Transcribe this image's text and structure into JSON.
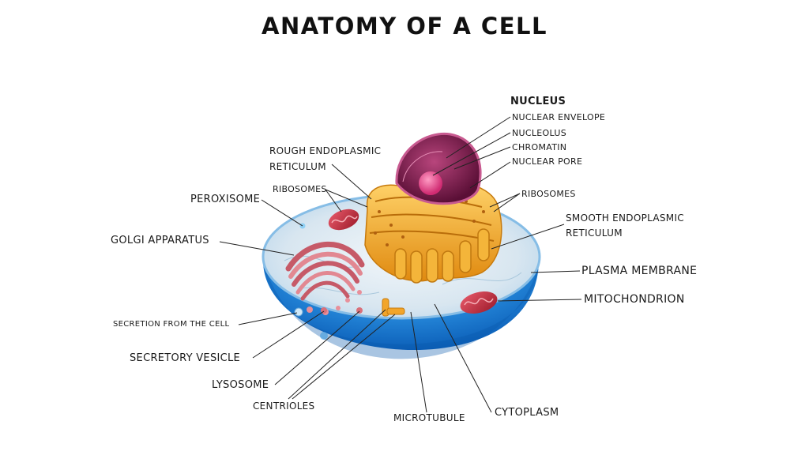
{
  "title": "ANATOMY OF A CELL",
  "labels": {
    "nucleus": "NUCLEUS",
    "nuclear_envelope": "NUCLEAR ENVELOPE",
    "nucleolus": "NUCLEOLUS",
    "chromatin": "CHROMATIN",
    "nuclear_pore": "NUCLEAR PORE",
    "ribosomes_right": "RIBOSOMES",
    "smooth_er_1": "SMOOTH ENDOPLASMIC",
    "smooth_er_2": "RETICULUM",
    "plasma_membrane": "PLASMA MEMBRANE",
    "mitochondrion": "MITOCHONDRION",
    "cytoplasm": "CYTOPLASM",
    "microtubule": "MICROTUBULE",
    "centrioles": "CENTRIOLES",
    "lysosome": "LYSOSOME",
    "secretory_vesicle": "SECRETORY VESICLE",
    "secretion": "SECRETION FROM THE CELL",
    "golgi": "GOLGI APPARATUS",
    "peroxisome": "PEROXISOME",
    "ribosomes_left": "RIBOSOMES",
    "rough_er_1": "ROUGH ENDOPLASMIC",
    "rough_er_2": "RETICULUM"
  },
  "colors": {
    "cell_blue": "#1e88e5",
    "cell_light": "#8fd0f5",
    "nucleus_purple": "#7b1f4e",
    "nucleolus_pink": "#e04a8a",
    "er_orange": "#f0a020",
    "golgi_pink": "#d9707a",
    "mito_red": "#c0283a"
  }
}
